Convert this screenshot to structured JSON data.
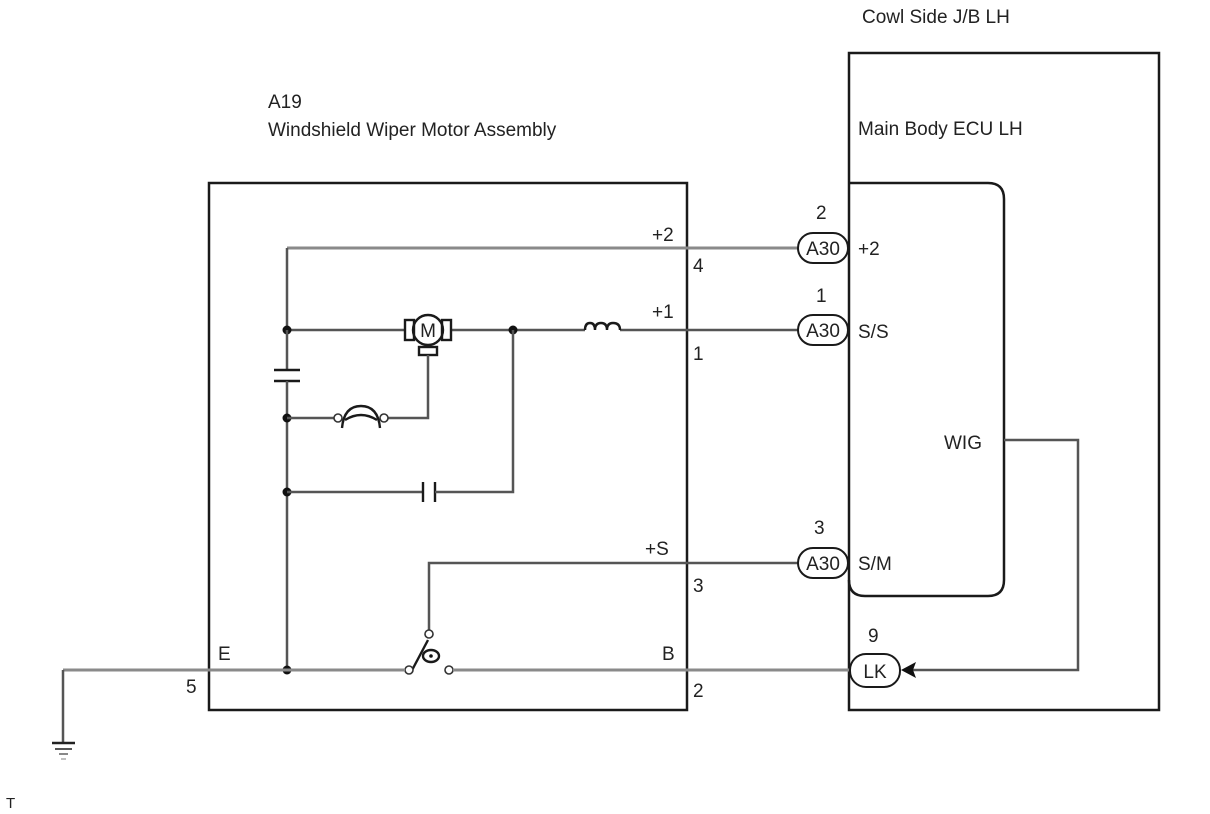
{
  "diagram": {
    "title_ecu_box": "Cowl Side J/B LH",
    "ecu_label": "Main Body ECU LH",
    "motor_ref": "A19",
    "motor_label": "Windshield Wiper Motor Assembly",
    "corner_mark": "T",
    "motor_terminals": [
      {
        "name": "+2",
        "pin": "4"
      },
      {
        "name": "+1",
        "pin": "1"
      },
      {
        "name": "+S",
        "pin": "3"
      },
      {
        "name": "B",
        "pin": "2"
      },
      {
        "name": "E",
        "pin": "5"
      }
    ],
    "ecu_connections": [
      {
        "connector": "A30",
        "pin": "2",
        "signal": "+2"
      },
      {
        "connector": "A30",
        "pin": "1",
        "signal": "S/S"
      },
      {
        "connector": "A30",
        "pin": "3",
        "signal": "S/M"
      },
      {
        "connector": "LK",
        "pin": "9",
        "signal": ""
      }
    ],
    "ecu_internal_signal": "WIG",
    "motor_symbol": "M",
    "colors": {
      "line_dark": "#1a1a1a",
      "wire_gray": "#8a8a8a",
      "background": "#ffffff"
    }
  }
}
